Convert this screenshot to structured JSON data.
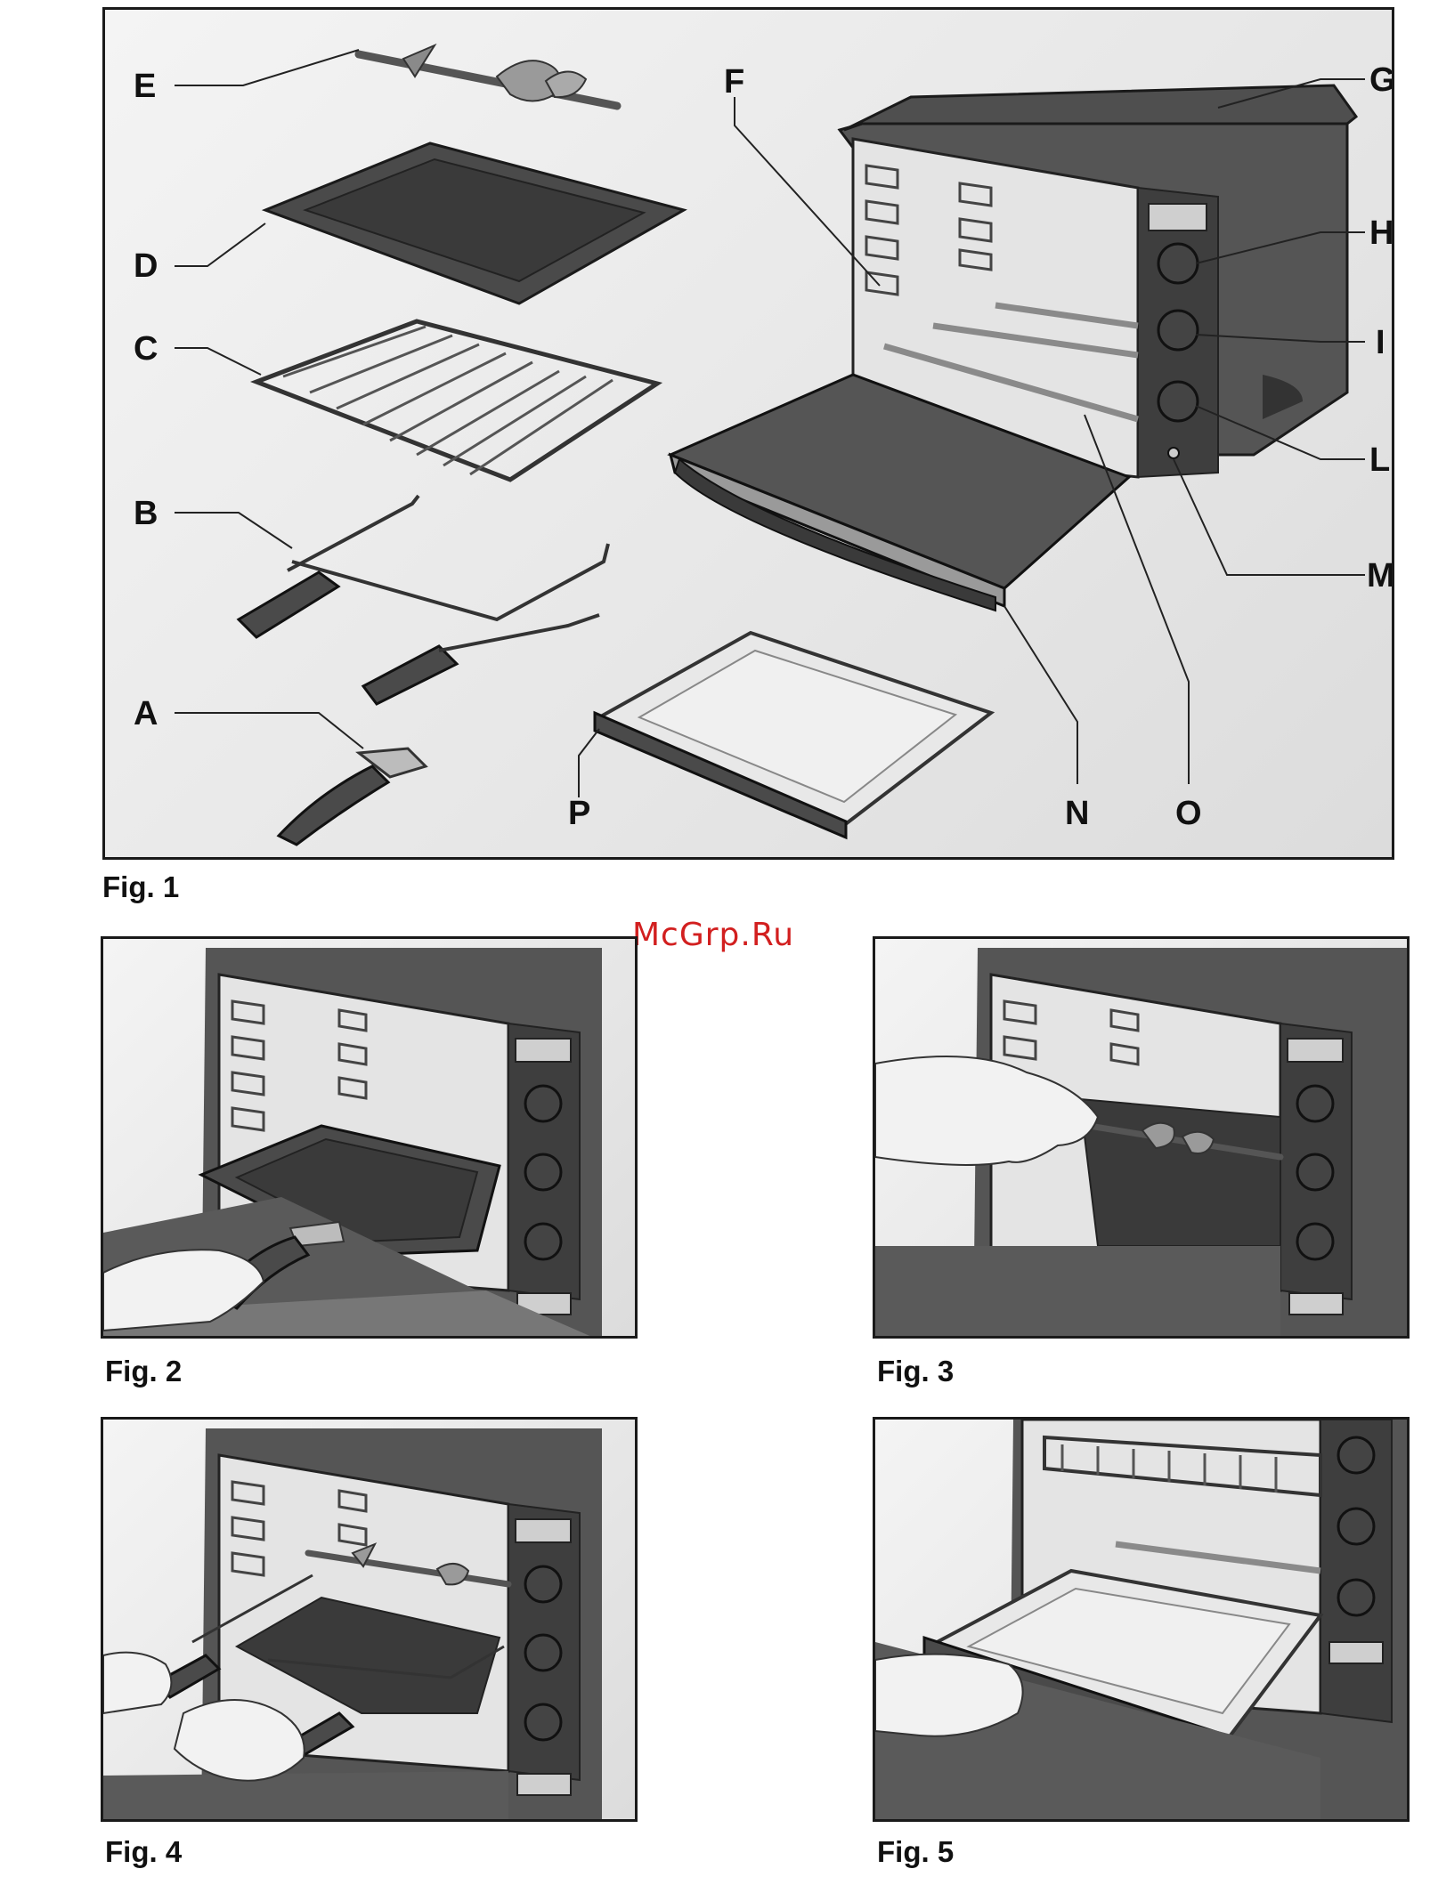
{
  "watermark": "McGrp.Ru",
  "figures": {
    "fig1": {
      "caption": "Fig. 1"
    },
    "fig2": {
      "caption": "Fig. 2"
    },
    "fig3": {
      "caption": "Fig. 3"
    },
    "fig4": {
      "caption": "Fig. 4"
    },
    "fig5": {
      "caption": "Fig. 5"
    }
  },
  "parts": {
    "A": "A",
    "B": "B",
    "C": "C",
    "D": "D",
    "E": "E",
    "F": "F",
    "G": "G",
    "H": "H",
    "I": "I",
    "L": "L",
    "M": "M",
    "N": "N",
    "O": "O",
    "P": "P"
  },
  "colors": {
    "body": "#4a4a4a",
    "dark": "#2e2e2e",
    "light": "#ececec",
    "steel": "#bdbdbd"
  }
}
